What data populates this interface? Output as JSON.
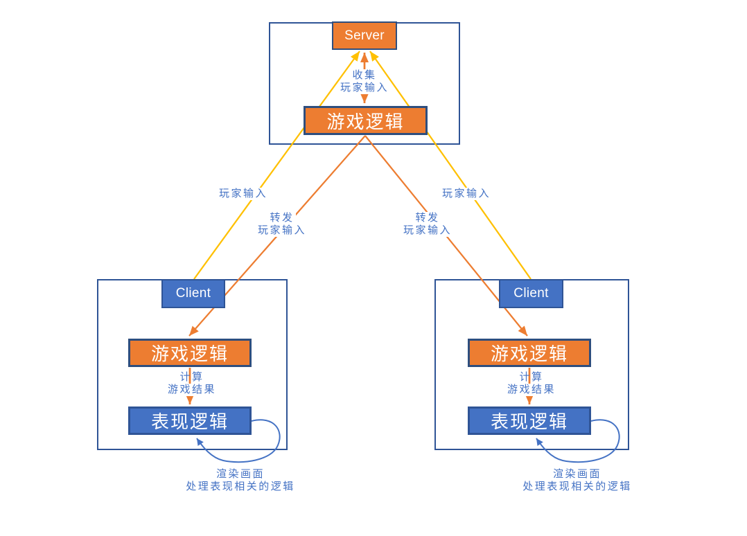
{
  "diagram": {
    "title_domain": "client-server game loop diagram",
    "server": {
      "title": "Server",
      "game_logic": "游戏逻辑"
    },
    "clients": [
      {
        "title": "Client",
        "game_logic": "游戏逻辑",
        "presentation_logic": "表现逻辑",
        "compute": [
          "计算",
          "游戏结果"
        ],
        "render": [
          "渲染画面",
          "处理表现相关的逻辑"
        ]
      },
      {
        "title": "Client",
        "game_logic": "游戏逻辑",
        "presentation_logic": "表现逻辑",
        "compute": [
          "计算",
          "游戏结果"
        ],
        "render": [
          "渲染画面",
          "处理表现相关的逻辑"
        ]
      }
    ],
    "labels": {
      "collect": [
        "收集",
        "玩家输入"
      ],
      "player_input_left": "玩家输入",
      "player_input_right": "玩家输入",
      "forward_left": [
        "转发",
        "玩家输入"
      ],
      "forward_right": [
        "转发",
        "玩家输入"
      ]
    },
    "colors": {
      "orange_fill": "#ED7D31",
      "blue_fill": "#4472C4",
      "shape_border": "#2E4E7E",
      "container_border": "#2F5496",
      "yellow_line": "#FFC000",
      "orange_line": "#ED7D31",
      "blue_line": "#4472C4",
      "label_text": "#4472C4",
      "box_text": "#FFFFFF"
    }
  }
}
